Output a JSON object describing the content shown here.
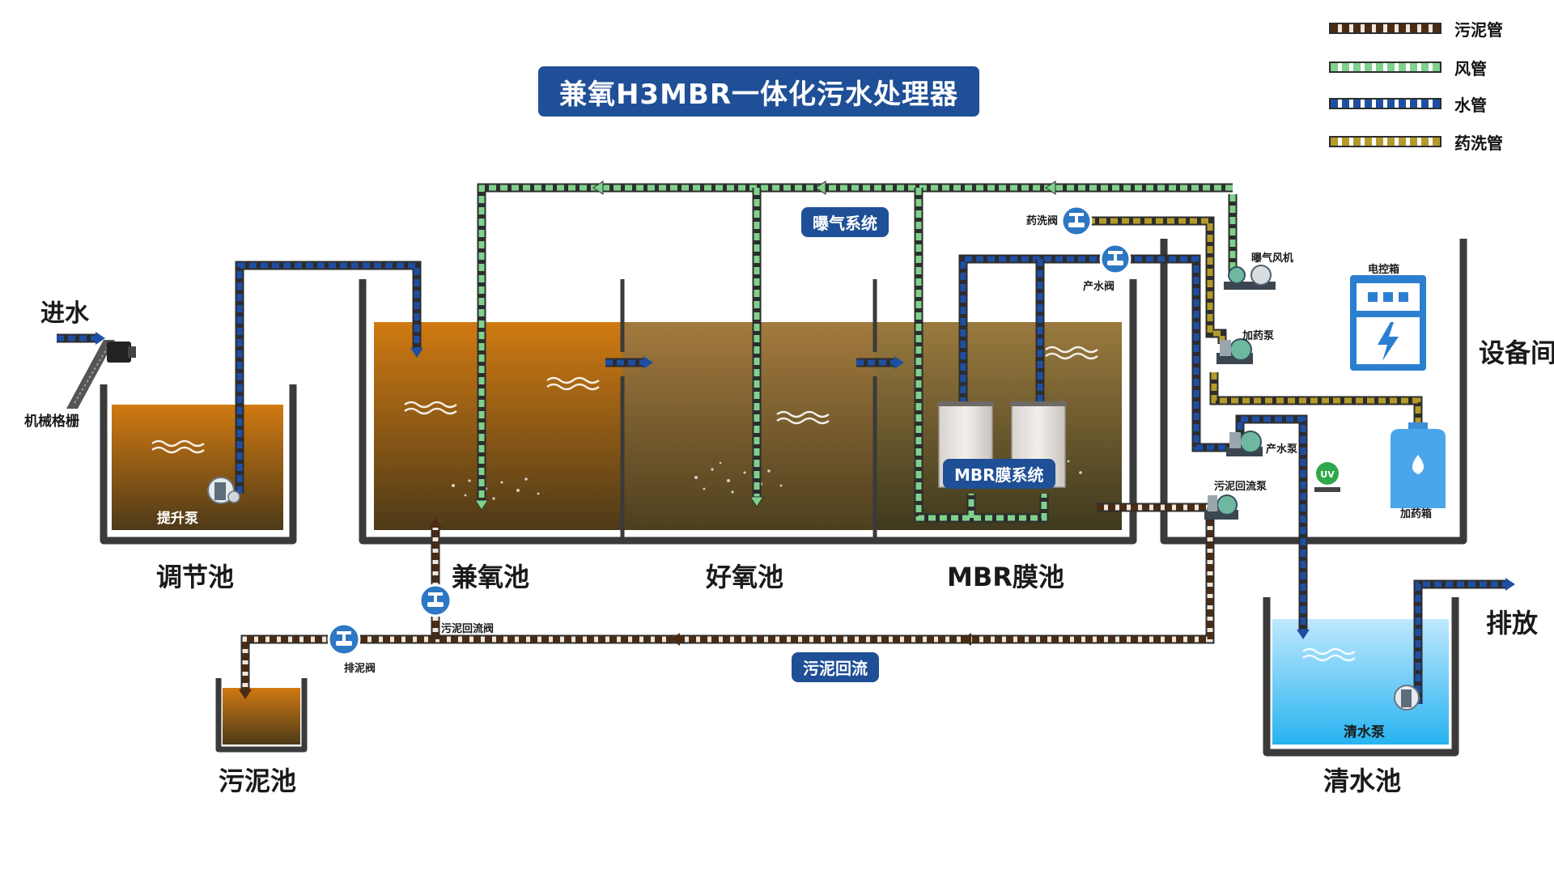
{
  "title": "兼氧H3MBR一体化污水处理器",
  "legend": [
    {
      "label": "污泥管",
      "color": "#4a2c14"
    },
    {
      "label": "风管",
      "color": "#7fd18c"
    },
    {
      "label": "水管",
      "color": "#1e4fa3"
    },
    {
      "label": "药洗管",
      "color": "#b39a2a"
    }
  ],
  "tanks": {
    "regulating": "调节池",
    "anoxic": "兼氧池",
    "aerobic": "好氧池",
    "mbr": "MBR膜池",
    "sludge": "污泥池",
    "clear": "清水池"
  },
  "equipment_room": "设备间",
  "inflow": "进水",
  "discharge": "排放",
  "devices": {
    "screen": "机械格栅",
    "lift_pump": "提升泵",
    "aeration_system": "曝气系统",
    "mbr_system": "MBR膜系统",
    "sludge_return": "污泥回流",
    "wash_valve": "药洗阀",
    "product_valve": "产水阀",
    "blower": "曝气风机",
    "control_box": "电控箱",
    "dosing_pump": "加药泵",
    "product_pump": "产水泵",
    "sludge_return_pump": "污泥回流泵",
    "dosing_tank": "加药箱",
    "sludge_return_valve": "污泥回流阀",
    "discharge_valve": "排泥阀",
    "clear_pump": "清水泵",
    "uv": "UV"
  },
  "colors": {
    "brand_blue": "#1f4f96",
    "sludge": "#4a2c14",
    "air": "#7fd18c",
    "water": "#1e4fa3",
    "chem": "#b39a2a"
  }
}
